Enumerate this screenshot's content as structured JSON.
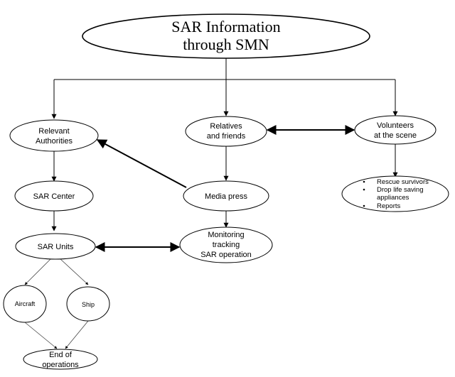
{
  "diagram": {
    "title_lines": [
      "SAR Information",
      "through SMN"
    ],
    "nodes": {
      "relevant_authorities": [
        "Relevant",
        "Authorities"
      ],
      "relatives_friends": [
        "Relatives",
        "and friends"
      ],
      "volunteers": [
        "Volunteers",
        "at the scene"
      ],
      "sar_center": "SAR Center",
      "media_press": "Media press",
      "sar_units": "SAR Units",
      "monitoring": [
        "Monitoring",
        "tracking",
        "SAR operation"
      ],
      "aircraft": "Aircraft",
      "ship": "Ship",
      "end_operations": [
        "End of",
        "operations"
      ],
      "volunteer_tasks": {
        "bullets": [
          "Rescue survivors",
          "Drop life saving",
          "Reports"
        ],
        "continuation": "appliances"
      }
    }
  }
}
